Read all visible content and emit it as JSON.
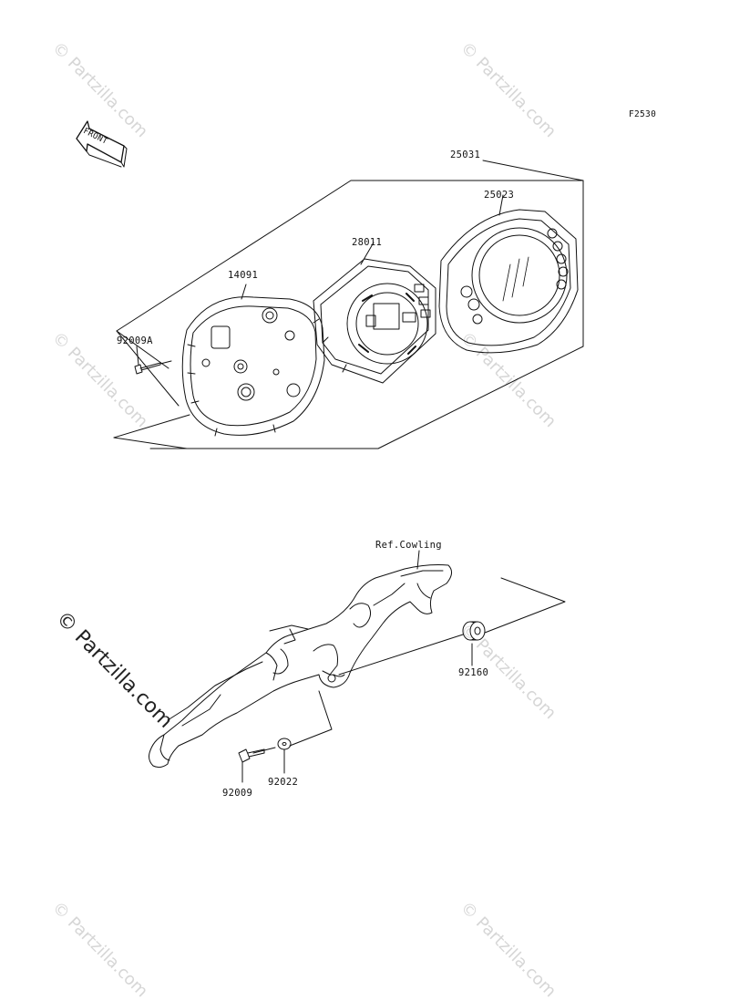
{
  "figure_code": "F2530",
  "front_label": "FRONT",
  "watermark": "© Partzilla.com",
  "parts": {
    "assembly": "25031",
    "meter_case_front": "25023",
    "meter_unit": "28011",
    "case_back": "14091",
    "screw_a": "92009A",
    "grommet": "92160",
    "screw": "92009",
    "washer": "92022",
    "ref_cowling": "Ref.Cowling"
  }
}
